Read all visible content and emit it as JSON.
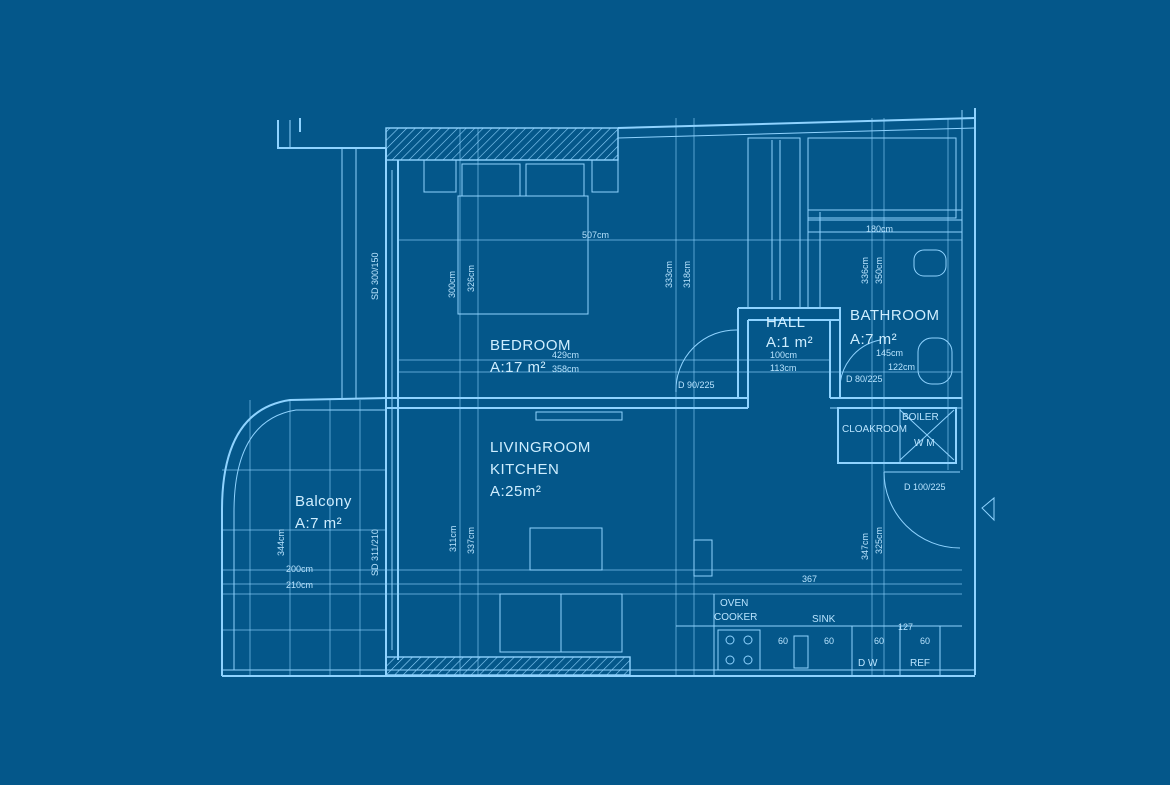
{
  "colors": {
    "background": "#04578a",
    "line": "#8fd3ff",
    "text": "#cfeeff"
  },
  "rooms": {
    "bedroom": {
      "name": "BEDROOM",
      "area": "A:17 m²"
    },
    "livingroom": {
      "name": "LIVINGROOM",
      "name2": "KITCHEN",
      "area": "A:25m²"
    },
    "hall": {
      "name": "HALL",
      "area": "A:1 m²"
    },
    "bathroom": {
      "name": "BATHROOM",
      "area": "A:7 m²"
    },
    "balcony": {
      "name": "Balcony",
      "area": "A:7 m²"
    },
    "cloakroom": {
      "name": "CLOAKROOM"
    },
    "boiler": {
      "name": "BOILER"
    },
    "wm": {
      "name": "W M"
    }
  },
  "appliances": {
    "oven": "OVEN",
    "cooker": "COOKER",
    "sink": "SINK",
    "dw": "D W",
    "ref": "REF"
  },
  "dimensions": {
    "d507": "507cm",
    "d300": "300cm",
    "d326": "326cm",
    "d333": "333cm",
    "d318": "318cm",
    "d429": "429cm",
    "d358": "358cm",
    "d100": "100cm",
    "d113": "113cm",
    "d145": "145cm",
    "d22": "122cm",
    "d180": "180cm",
    "d311": "311cm",
    "d337": "337cm",
    "d344": "344cm",
    "d200": "200cm",
    "d210": "210cm",
    "d367": "367",
    "d347": "347cm",
    "d325": "325cm",
    "d127": "127",
    "d60a": "60",
    "d60b": "60",
    "d60c": "60",
    "d60d": "60",
    "d336": "336cm",
    "d350": "350cm"
  },
  "doors": {
    "d1": "D 90/225",
    "d2": "D 80/225",
    "d3": "D 100/225"
  },
  "sliding_doors": {
    "sd1": "SD 300/150",
    "sd2": "SD 311/210"
  }
}
